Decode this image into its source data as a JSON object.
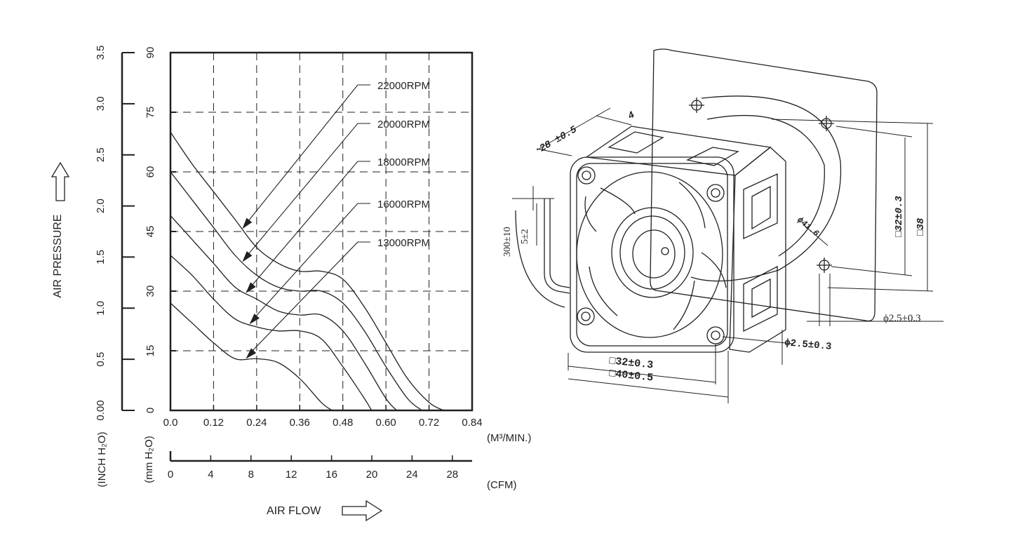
{
  "chart_data": {
    "type": "line",
    "xlabel": "AIR FLOW",
    "ylabel": "AIR PRESSURE",
    "x_unit_primary": "(M³/MIN.)",
    "x_unit_secondary": "(CFM)",
    "y_unit_inch": "(INCH H₂O)",
    "y_unit_mm": "(mm H₂O)",
    "xlim": [
      0,
      0.84
    ],
    "ylim": [
      0,
      90
    ],
    "grid": true,
    "x_ticks": [
      "0.0",
      "0.12",
      "0.24",
      "0.36",
      "0.48",
      "0.60",
      "0.72",
      "0.84"
    ],
    "x_ticks_cfm": [
      "0",
      "4",
      "8",
      "12",
      "16",
      "20",
      "24",
      "28"
    ],
    "y_ticks_mm": [
      "0",
      "15",
      "30",
      "45",
      "60",
      "75",
      "90"
    ],
    "y_ticks_inch": [
      "0.00",
      "0.5",
      "1.0",
      "1.5",
      "2.0",
      "2.5",
      "3.0",
      "3.5"
    ],
    "series": [
      {
        "name": "22000RPM",
        "x": [
          0,
          0.06,
          0.12,
          0.18,
          0.24,
          0.3,
          0.36,
          0.42,
          0.48,
          0.54,
          0.6,
          0.66,
          0.72,
          0.76
        ],
        "y": [
          70,
          62,
          55,
          48,
          41,
          37,
          35,
          35,
          33,
          26,
          17,
          8,
          2,
          0
        ]
      },
      {
        "name": "20000RPM",
        "x": [
          0,
          0.06,
          0.12,
          0.18,
          0.24,
          0.3,
          0.36,
          0.42,
          0.48,
          0.54,
          0.6,
          0.66,
          0.7
        ],
        "y": [
          60,
          53,
          46,
          39,
          34,
          31,
          30,
          30,
          27,
          20,
          11,
          3,
          0
        ]
      },
      {
        "name": "18000RPM",
        "x": [
          0,
          0.06,
          0.12,
          0.18,
          0.24,
          0.3,
          0.36,
          0.42,
          0.48,
          0.54,
          0.6,
          0.63
        ],
        "y": [
          49,
          43,
          37,
          31,
          28,
          25,
          24,
          24,
          20,
          12,
          3,
          0
        ]
      },
      {
        "name": "16000RPM",
        "x": [
          0,
          0.06,
          0.12,
          0.18,
          0.24,
          0.3,
          0.36,
          0.42,
          0.48,
          0.54,
          0.56
        ],
        "y": [
          39,
          34,
          28,
          23,
          21,
          20,
          20,
          18,
          11,
          3,
          0
        ]
      },
      {
        "name": "13000RPM",
        "x": [
          0,
          0.06,
          0.12,
          0.18,
          0.24,
          0.3,
          0.36,
          0.42,
          0.45
        ],
        "y": [
          27,
          22,
          17,
          13,
          13,
          12,
          8,
          2,
          0
        ]
      }
    ]
  },
  "drawing": {
    "dims": {
      "depth": "28 ±0.5",
      "top_offset": "4",
      "lead_length": "300±10",
      "lead_strip": "5±2",
      "hole_spacing": "□32±0.3",
      "frame_size": "□40±0.5",
      "hole_spacing_v": "□32±0.3",
      "frame_size_v": "□38",
      "guard_dia": "ϕ41.6",
      "hole_dia_front": "ϕ2.5±0.3",
      "hole_dia_back": "ϕ2.5±0.3"
    }
  }
}
